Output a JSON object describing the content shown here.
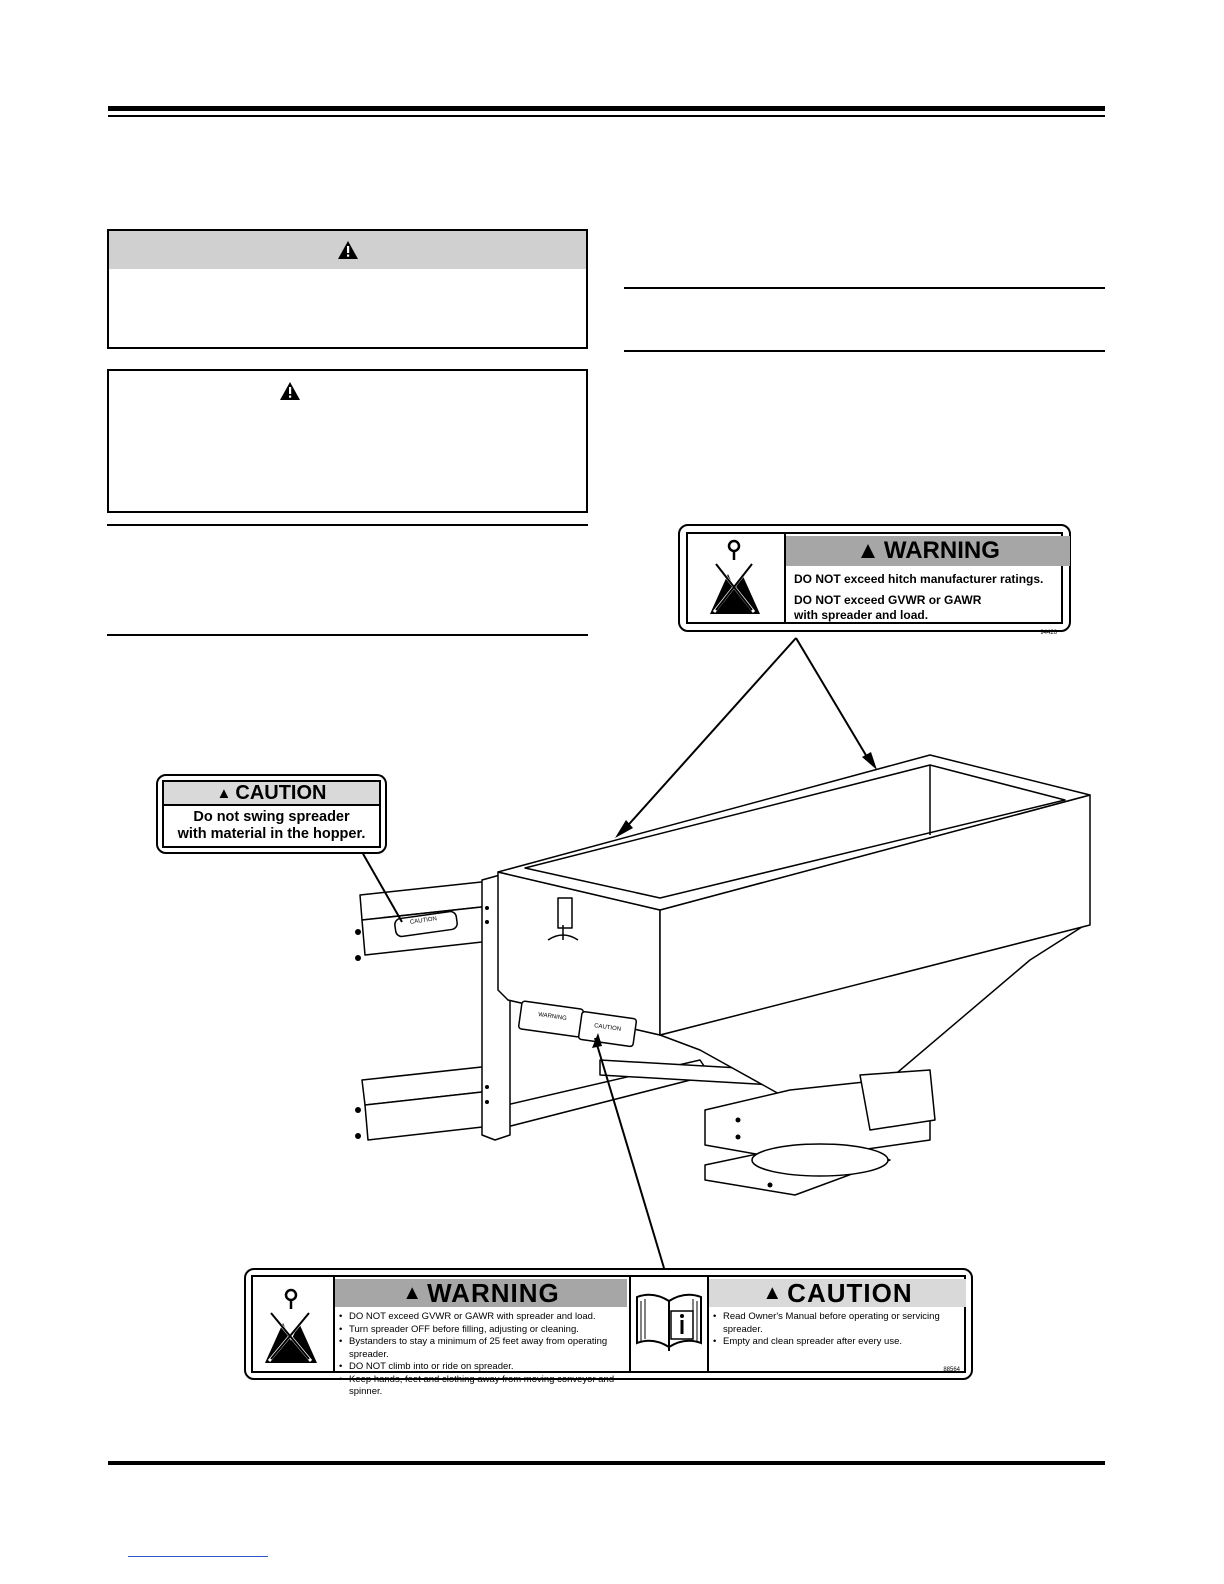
{
  "decal_hitch": {
    "header": "WARNING",
    "lines": [
      "DO NOT exceed hitch manufacturer ratings.",
      "DO NOT exceed GVWR or GAWR",
      "with spreader and load."
    ],
    "code": "94426"
  },
  "decal_swing": {
    "header": "CAUTION",
    "line1": "Do not swing spreader",
    "line2": "with material in the hopper."
  },
  "decal_main": {
    "warning_header": "WARNING",
    "warning_items": [
      "DO NOT exceed GVWR or GAWR with spreader and load.",
      "Turn spreader OFF before filling, adjusting or cleaning.",
      "Bystanders to stay a minimum of 25 feet away from operating spreader.",
      "DO NOT climb into or ride on spreader.",
      "Keep hands, feet and clothing away from moving conveyor and spinner."
    ],
    "caution_header": "CAUTION",
    "caution_items": [
      "Read Owner's Manual before operating or servicing spreader.",
      "Empty and clean spreader after every use."
    ],
    "code": "88564"
  },
  "illustration": {
    "arm_label": "CAUTION",
    "hopper_label_warning": "WARNING",
    "hopper_label_caution": "CAUTION"
  },
  "colors": {
    "header_gray": "#a6a6a6",
    "box_header_gray": "#d0d0d0",
    "link_blue": "#3355cc"
  }
}
